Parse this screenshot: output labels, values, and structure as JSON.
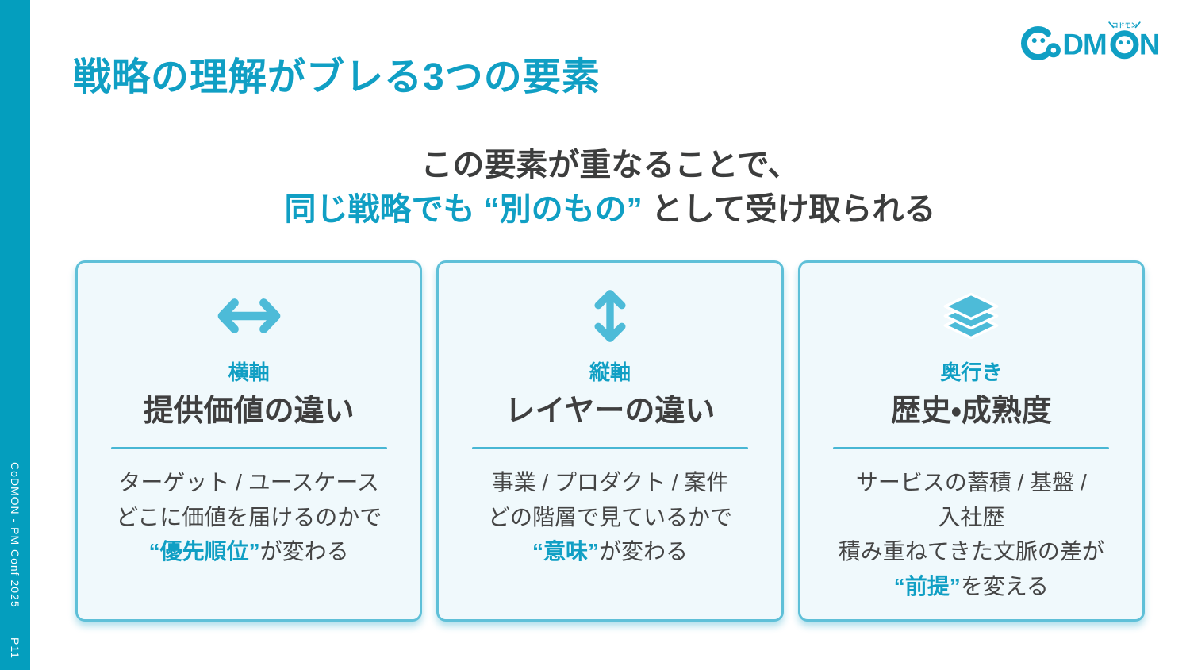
{
  "colors": {
    "accent": "#109FC4",
    "accent_light": "#4DBBD8",
    "sidebar_bar": "#049EBE",
    "card_bg": "#F0F9FC",
    "card_border": "#5FC0D8",
    "divider": "#48B7D4",
    "text_dark": "#454545",
    "lead_dark": "#3C3D3D"
  },
  "header": {
    "title": "戦略の理解がブレる3つの要素"
  },
  "logo": {
    "text_dm": "DM",
    "text_n": "N",
    "kana": "コドモン"
  },
  "lead": {
    "line1": "この要素が重なることで、",
    "line2_highlight": "同じ戦略でも “別のもの”",
    "line2_rest": " として受け取られる"
  },
  "cards": [
    {
      "icon": "horizontal-arrows",
      "label": "横軸",
      "title": "提供価値の違い",
      "lines": [
        "ターゲット / ユースケース",
        "どこに価値を届けるのかで"
      ],
      "highlight": "“優先順位”",
      "tail": "が変わる"
    },
    {
      "icon": "vertical-arrows",
      "label": "縦軸",
      "title": "レイヤーの違い",
      "lines": [
        "事業 / プロダクト / 案件",
        "どの階層で見ているかで"
      ],
      "highlight": "“意味”",
      "tail": "が変わる"
    },
    {
      "icon": "layers",
      "label": "奥行き",
      "title": "歴史・成熟度",
      "lines": [
        "サービスの蓄積 / 基盤 /",
        "入社歴",
        "積み重ねてきた文脈の差が"
      ],
      "highlight": "“前提”",
      "tail": "を変える"
    }
  ],
  "sidebar": {
    "footer_text": "CoDMON - PM Conf 2025",
    "page_label": "P11"
  }
}
